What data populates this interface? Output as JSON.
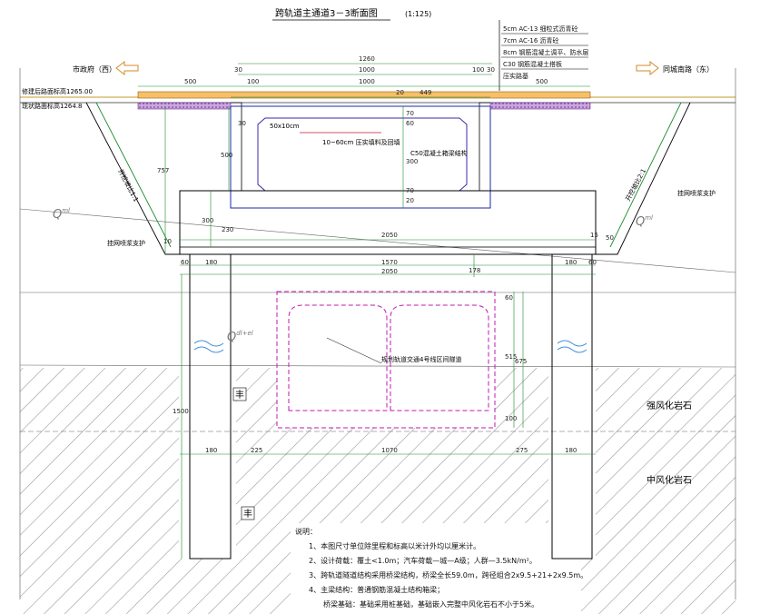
{
  "title": "跨轨道主通道3－3断面图",
  "scale": "(1:125)",
  "directions": {
    "west": "市政府（西）",
    "east": "同城南路（东）"
  },
  "elevations": {
    "finished": "修建后路面标高1265.00",
    "existing": "现状路面标高1264.8"
  },
  "pavement_layers": [
    "5cm AC-13 细粒式沥青砼",
    "7cm AC-16 沥青砼",
    "8cm 钢筋混凝土调平、防水层",
    "C30 钢筋混凝土搭板",
    "压实路基"
  ],
  "structure_labels": {
    "chamfer": "50x10cm",
    "fill": "10~60cm 压实填料及回填",
    "box_girder": "C50混凝土箱梁结构",
    "slope_left": "开挖坡比1:1",
    "slope_right": "开挖坡比2:1",
    "shotcrete_left": "挂网喷浆支护",
    "shotcrete_right": "挂网喷浆支护",
    "metro_tunnel": "规划轨道交通4号线区间隧道",
    "pile_mark": "丰"
  },
  "geology": {
    "strong": "强风化岩石",
    "medium": "中风化岩石",
    "q_ml": "Q",
    "q_ml_sup": "ml",
    "q_dl": "Q",
    "q_dl_sup": "dl+el"
  },
  "dimensions": {
    "top_total": "1260",
    "top_30_left": "30",
    "top_30_right": "30",
    "inner_1000": "1000",
    "side_100_left": "100",
    "side_100_right": "100",
    "inner_1000b": "1000",
    "road_500_left": "500",
    "road_500_right": "500",
    "d20": "20",
    "d449": "449",
    "d30": "30",
    "d60": "60",
    "d70": "70",
    "d300": "300",
    "d70b": "70",
    "d20b": "20",
    "d500": "500",
    "d757": "757",
    "d300b": "300",
    "d230": "230",
    "cap_2050": "2050",
    "d10": "10",
    "d15": "15",
    "d50": "50",
    "d60l": "60",
    "d180l": "180",
    "d1570": "1570",
    "d180r": "180",
    "d60r": "60",
    "d2050b": "2050",
    "d178": "178",
    "t60": "60",
    "t515": "515",
    "t675": "675",
    "t100": "100",
    "d1500": "1500",
    "b180": "180",
    "b225": "225",
    "b1070": "1070",
    "b275": "275",
    "b180r": "180"
  },
  "notes": [
    "说明：",
    "1、本图尺寸单位除里程和标高以米计外均以厘米计。",
    "2、设计荷载：覆土<1.0m；汽车荷载—城—A级；人群—3.5kN/m²。",
    "3、跨轨道隧道结构采用桥梁结构，桥梁全长59.0m，跨径组合2x9.5+21+2x9.5m。",
    "4、主梁结构：普通钢筋混凝土结构箱梁；",
    "桥梁基础：基础采用桩基础，基础嵌入完整中风化岩石不小于5米。"
  ]
}
